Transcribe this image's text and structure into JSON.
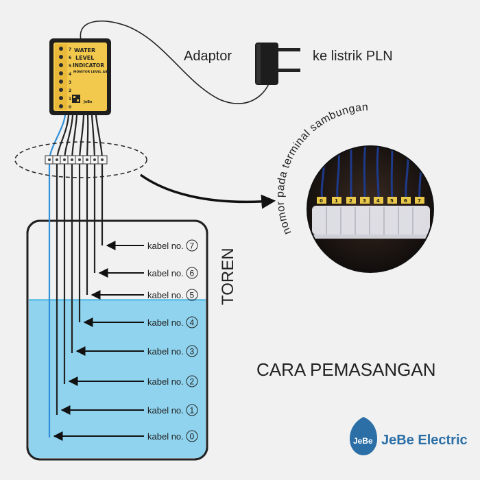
{
  "adaptor": {
    "label": "Adaptor",
    "destination": "ke listrik PLN"
  },
  "device": {
    "title_lines": [
      "WATER",
      "LEVEL",
      "INDICATOR"
    ],
    "brand_tag": "JeBe",
    "subtitle": "MONITOR LEVEL AIR",
    "led_labels": [
      "7",
      "6",
      "5",
      "4",
      "3",
      "2",
      "1",
      "0"
    ]
  },
  "detail": {
    "caption": "nomor pada terminal sambungan",
    "tag_numbers": [
      "0",
      "1",
      "2",
      "3",
      "4",
      "5",
      "6",
      "7"
    ]
  },
  "tank": {
    "label": "TOREN"
  },
  "cables": [
    {
      "label": "kabel no.",
      "number": "7"
    },
    {
      "label": "kabel no.",
      "number": "6"
    },
    {
      "label": "kabel no.",
      "number": "5"
    },
    {
      "label": "kabel no.",
      "number": "4"
    },
    {
      "label": "kabel no.",
      "number": "3"
    },
    {
      "label": "kabel no.",
      "number": "2"
    },
    {
      "label": "kabel no.",
      "number": "1"
    },
    {
      "label": "kabel no.",
      "number": "0"
    }
  ],
  "heading": "CARA PEMASANGAN",
  "brand": {
    "logo_text": "JeBe",
    "name": "JeBe Electric"
  },
  "colors": {
    "water": "#8fd3ee",
    "water_top": "#6cc4e8",
    "blue_wire": "#2f8fd8",
    "brand_blue": "#2b6fa6",
    "device_face": "#f2c94c",
    "background": "#f1f1f1"
  }
}
